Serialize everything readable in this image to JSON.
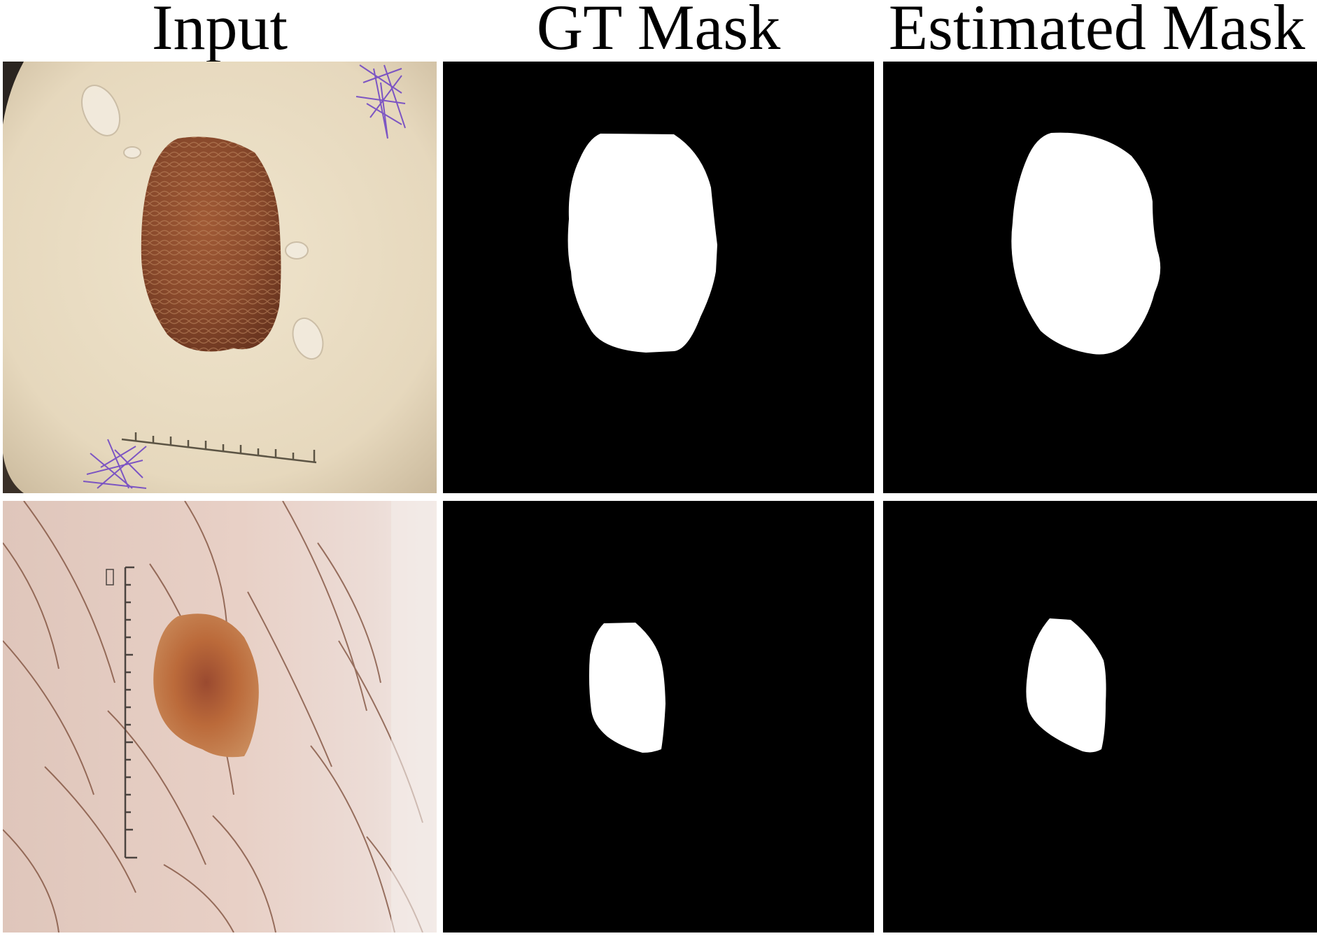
{
  "figure": {
    "columns": [
      {
        "title": "Input"
      },
      {
        "title": "GT Mask"
      },
      {
        "title": "Estimated Mask"
      }
    ]
  },
  "colors": {
    "background": "#ffffff",
    "mask_background": "#000000",
    "mask_foreground": "#ffffff",
    "skin_row1": "#e9dcc2",
    "skin_row2": "#e8cfc4",
    "lesion_row1": "#8a4a2c",
    "lesion_row2": "#bb6a3a",
    "ink": "#6a3ec4"
  }
}
